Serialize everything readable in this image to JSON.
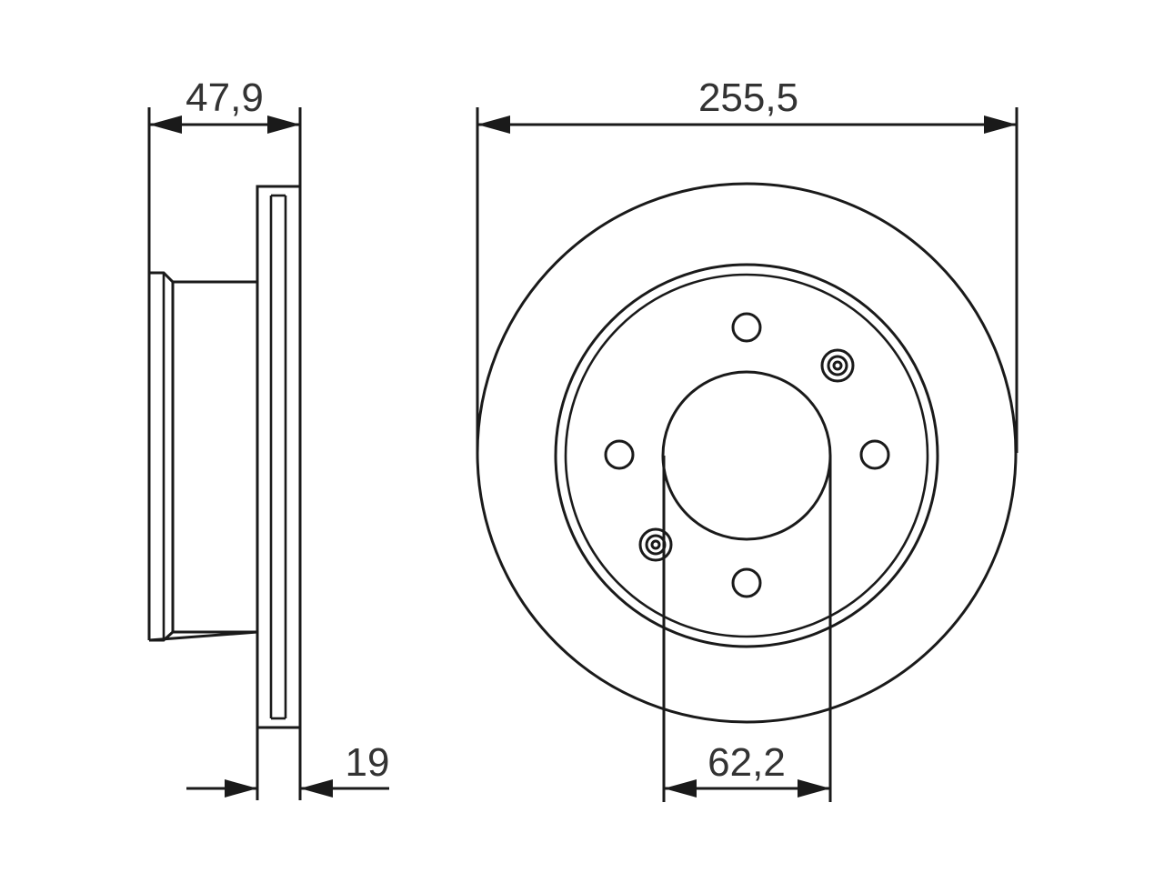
{
  "dimensions": {
    "total_width": "47,9",
    "disc_thickness": "19",
    "outer_diameter": "255,5",
    "center_bore": "62,2"
  },
  "colors": {
    "line": "#1a1a1a",
    "text": "#333333",
    "background": "#ffffff"
  }
}
